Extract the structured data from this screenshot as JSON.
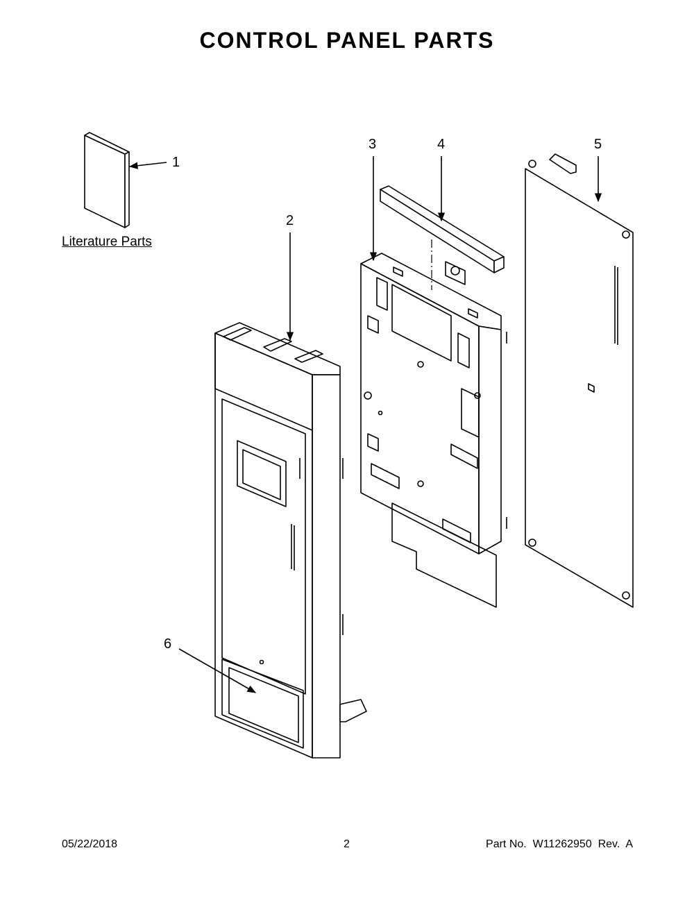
{
  "title": "CONTROL PANEL PARTS",
  "callouts": {
    "c1": "1",
    "c2": "2",
    "c3": "3",
    "c4": "4",
    "c5": "5",
    "c6": "6"
  },
  "literature_label": "Literature Parts",
  "footer": {
    "date": "05/22/2018",
    "page": "2",
    "part_no": "Part No.  W11262950  Rev.  A"
  }
}
